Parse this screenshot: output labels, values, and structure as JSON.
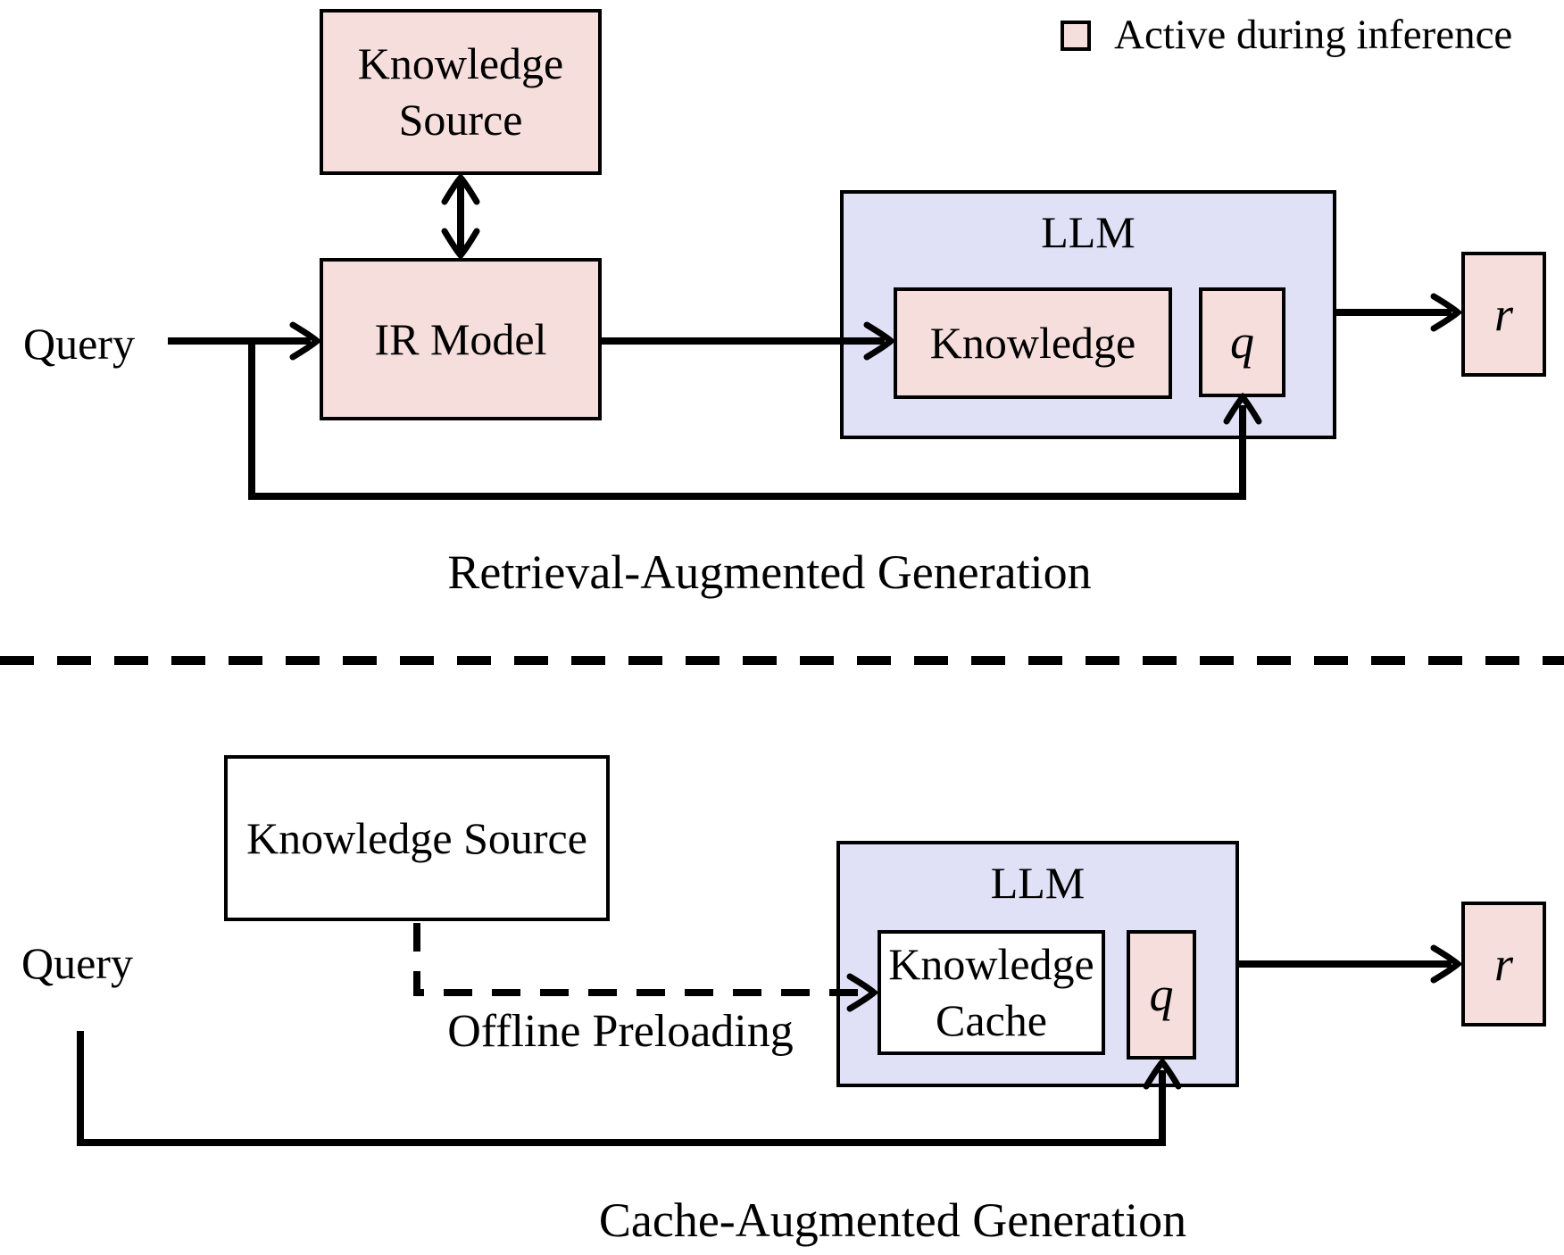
{
  "legend": {
    "label": "Active during inference"
  },
  "colors": {
    "active_fill": "#f5dedc",
    "llm_fill": "#e0e0f7",
    "inactive_fill": "#ffffff",
    "line": "#000000"
  },
  "rag": {
    "title": "Retrieval-Augmented Generation",
    "query_label": "Query",
    "knowledge_source_label": "Knowledge Source",
    "ir_model_label": "IR Model",
    "llm_label": "LLM",
    "knowledge_label": "Knowledge",
    "query_token_label": "q",
    "response_label": "r"
  },
  "cag": {
    "title": "Cache-Augmented Generation",
    "query_label": "Query",
    "knowledge_source_label": "Knowledge Source",
    "offline_preloading_label": "Offline Preloading",
    "llm_label": "LLM",
    "knowledge_cache_label": "Knowledge Cache",
    "query_token_label": "q",
    "response_label": "r"
  }
}
